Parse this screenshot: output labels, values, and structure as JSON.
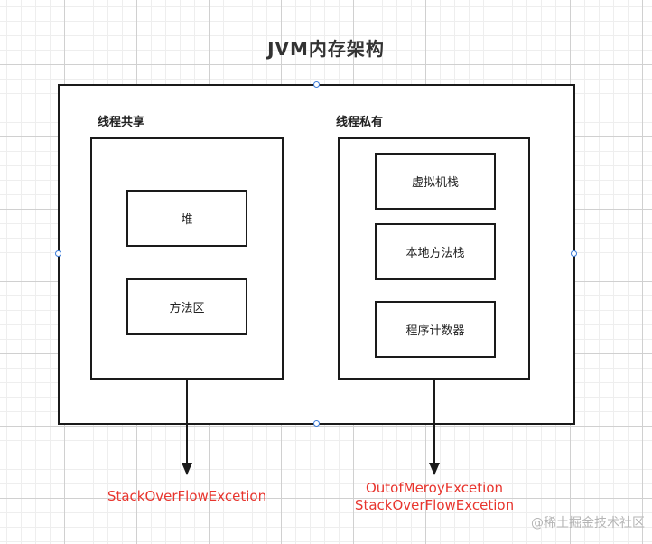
{
  "title": "JVM内存架构",
  "shared": {
    "label": "线程共享",
    "items": [
      "堆",
      "方法区"
    ],
    "exception": "StackOverFlowExcetion"
  },
  "private": {
    "label": "线程私有",
    "items": [
      "虚拟机栈",
      "本地方法栈",
      "程序计数器"
    ],
    "exceptions": [
      "OutofMeroyExcetion",
      "StackOverFlowExcetion"
    ]
  },
  "watermark": "@稀土掘金技术社区",
  "colors": {
    "exception_text": "#e8352e",
    "selection_handle": "#3b7bd8",
    "border": "#1a1a1a"
  }
}
